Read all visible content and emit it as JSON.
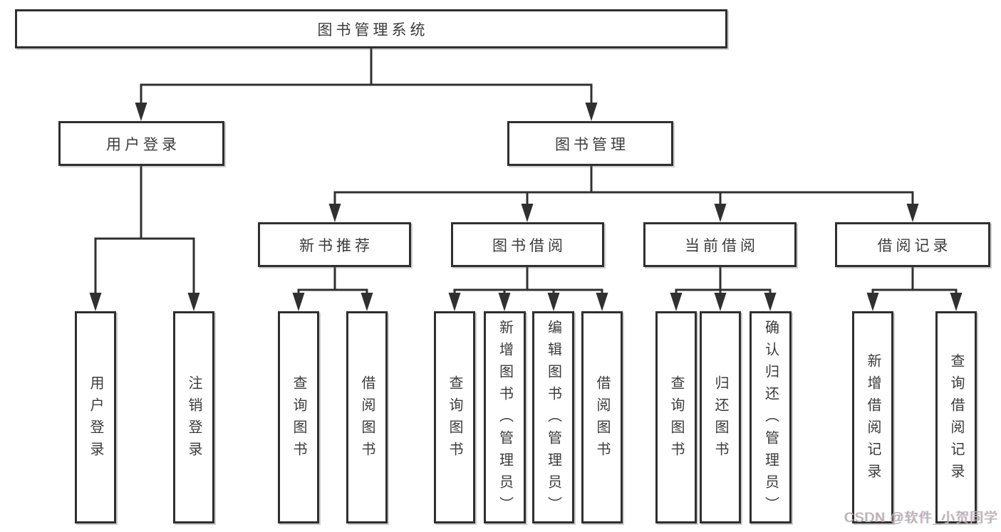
{
  "tree": {
    "label": "图书管理系统",
    "children": [
      {
        "label": "用户登录",
        "children": [
          {
            "label": "用户登录"
          },
          {
            "label": "注销登录"
          }
        ]
      },
      {
        "label": "图书管理",
        "children": [
          {
            "label": "新书推荐",
            "children": [
              {
                "label": "查询图书"
              },
              {
                "label": "借阅图书"
              }
            ]
          },
          {
            "label": "图书借阅",
            "children": [
              {
                "label": "查询图书"
              },
              {
                "label": "新增图书（管理员）"
              },
              {
                "label": "编辑图书（管理员）"
              },
              {
                "label": "借阅图书"
              }
            ]
          },
          {
            "label": "当前借阅",
            "children": [
              {
                "label": "查询图书"
              },
              {
                "label": "归还图书"
              },
              {
                "label": "确认归还（管理员）"
              }
            ]
          },
          {
            "label": "借阅记录",
            "children": [
              {
                "label": "新增借阅记录"
              },
              {
                "label": "查询借阅记录"
              }
            ]
          }
        ]
      }
    ]
  },
  "watermark": {
    "text": "CSDN @软件_小贺同学"
  },
  "colors": {
    "line": "#303030",
    "box_border": "#2f2f2f",
    "text": "#3b3b3b",
    "box_fill": "#ffffff",
    "background": "#ffffff",
    "watermark": "#b3b3b3"
  }
}
